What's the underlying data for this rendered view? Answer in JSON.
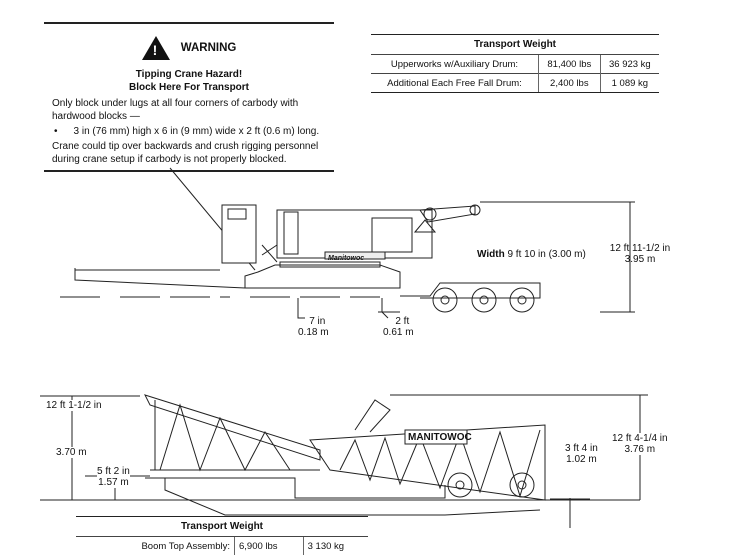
{
  "warning": {
    "icon": "warning-triangle-icon",
    "title": "WARNING",
    "subtitle1": "Tipping Crane Hazard!",
    "subtitle2": "Block Here For Transport",
    "intro": "Only block under lugs at all four corners of carbody with hardwood blocks —",
    "bullet": "3 in (76 mm) high x 6 in (9 mm) wide x 2 ft (0.6 m) long.",
    "consequence": "Crane could tip over backwards and crush rigging personnel during crane setup if carbody is not properly blocked."
  },
  "upper_table": {
    "title": "Transport Weight",
    "rows": [
      {
        "item": "Upperworks w/Auxiliary Drum:",
        "lbs": "81,400 lbs",
        "kg": "36 923 kg"
      },
      {
        "item": "Additional Each Free Fall Drum:",
        "lbs": "2,400 lbs",
        "kg": "1 089 kg"
      }
    ]
  },
  "upper_drawing": {
    "brand": "Manitowoc",
    "width_label": "Width",
    "width_value": "9 ft 10 in (3.00 m)",
    "height_ft": "12 ft 11-1/2 in",
    "height_m": "3.95 m",
    "clear1_ft": "7 in",
    "clear1_m": "0.18 m",
    "clear2_ft": "2 ft",
    "clear2_m": "0.61 m"
  },
  "boom_drawing": {
    "brand": "MANITOWOC",
    "left_height_ft": "12 ft 1-1/2 in",
    "left_height_m": "3.70 m",
    "deck_ft": "5 ft 2 in",
    "deck_m": "1.57 m",
    "rear_deck_ft": "3 ft 4 in",
    "rear_deck_m": "1.02 m",
    "right_height_ft": "12 ft 4-1/4 in",
    "right_height_m": "3.76 m"
  },
  "lower_table": {
    "title": "Transport Weight",
    "rows": [
      {
        "item": "Boom Top Assembly:",
        "lbs": "6,900 lbs",
        "kg": "3 130 kg"
      }
    ]
  }
}
